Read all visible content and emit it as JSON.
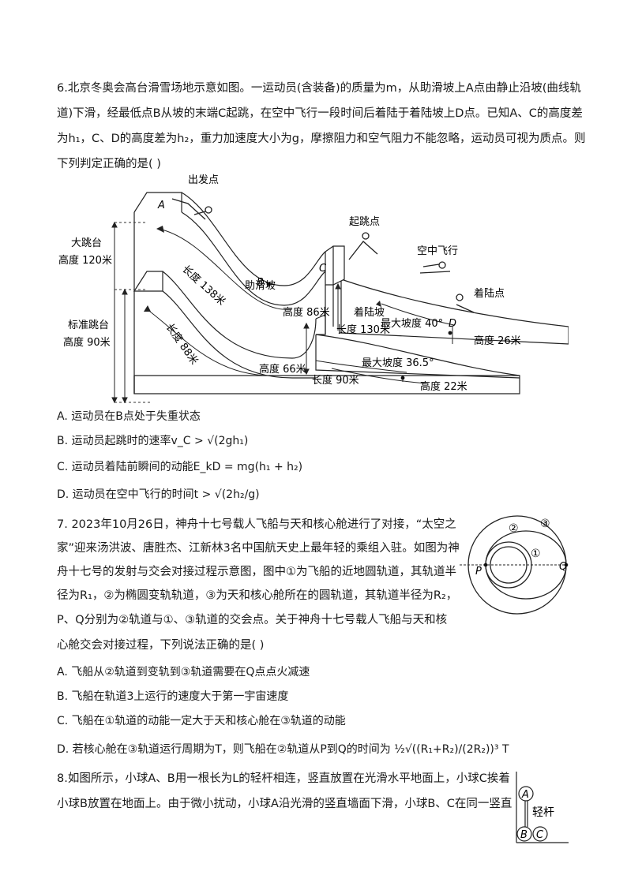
{
  "q6": {
    "line1": "6.北京冬奥会高台滑雪场地示意如图。一运动员(含装备)的质量为m，从助滑坡上A点由静止沿坡(曲线轨",
    "line2": "道)下滑，经最低点B从坡的末端C起跳，在空中飞行一段时间后着陆于着陆坡上D点。已知A、C的高度差",
    "line3": "为h₁，C、D的高度差为h₂，重力加速度大小为g，摩擦阻力和空气阻力不能忽略，运动员可视为质点。则",
    "line4": "下列判定正确的是(    )",
    "figure": {
      "start_point": "出发点",
      "takeoff_point": "起跳点",
      "flight": "空中飞行",
      "landing_point": "着陆点",
      "big_platform_1": "大跳台",
      "big_platform_2": "高度 120米",
      "std_platform_1": "标准跳台",
      "std_platform_2": "高度 90米",
      "len138": "长度 138米",
      "len88": "长度 88米",
      "ramp": "助滑坡",
      "h86": "高度 86米",
      "landing_slope": "着陆坡",
      "len130": "长度 130米",
      "max40": "最大坡度 40°",
      "h26": "高度 26米",
      "h66": "高度 66米",
      "max365": "最大坡度 36.5°",
      "len90": "长度 90米",
      "h22": "高度 22米",
      "A": "A",
      "B": "B",
      "C": "C",
      "D": "D"
    },
    "optA": "A. 运动员在B点处于失重状态",
    "optB": "B. 运动员起跳时的速率v_C > √(2gh₁)",
    "optC": "C. 运动员着陆前瞬间的动能E_kD = mg(h₁ + h₂)",
    "optD": "D. 运动员在空中飞行的时间t > √(2h₂/g)"
  },
  "q7": {
    "line1": "7. 2023年10月26日，神舟十七号载人飞船与天和核心舱进行了对接，“太空之",
    "line2": "家”迎来汤洪波、唐胜杰、江新林3名中国航天史上最年轻的乘组入驻。如图为神",
    "line3": "舟十七号的发射与交会对接过程示意图，图中①为飞船的近地圆轨道，其轨道半",
    "line4": "径为R₁，②为椭圆变轨轨道，③为天和核心舱所在的圆轨道，其轨道半径为R₂，",
    "line5": "P、Q分别为②轨道与①、③轨道的交会点。关于神舟十七号载人飞船与天和核",
    "line6": "心舱交会对接过程，下列说法正确的是(    )",
    "figure": {
      "o1": "①",
      "o2": "②",
      "o3": "③",
      "P": "P",
      "Q": "Q"
    },
    "optA": "A. 飞船从②轨道到变轨到③轨道需要在Q点点火减速",
    "optB": "B. 飞船在轨道3上运行的速度大于第一宇宙速度",
    "optC": "C. 飞船在①轨道的动能一定大于天和核心舱在③轨道的动能",
    "optD": "D. 若核心舱在③轨道运行周期为T，则飞船在②轨道从P到Q的时间为 ½√((R₁+R₂)/(2R₂))³ T"
  },
  "q8": {
    "line1": "8.如图所示，小球A、B用一根长为L的轻杆相连，竖直放置在光滑水平地面上，小球C挨着",
    "line2": "小球B放置在地面上。由于微小扰动，小球A沿光滑的竖直墙面下滑，小球B、C在同一竖直",
    "figure": {
      "A": "A",
      "B": "B",
      "C": "C",
      "rod": "轻杆"
    }
  }
}
